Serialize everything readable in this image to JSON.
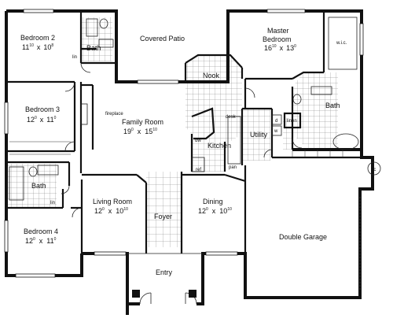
{
  "rooms": {
    "bedroom2": {
      "name": "Bedroom 2",
      "dim_w": "11",
      "dim_w_sup": "10",
      "dim_d": "10",
      "dim_d_sup": "8"
    },
    "bath_top": {
      "name": "Bath"
    },
    "lin_top": {
      "name": "lin"
    },
    "covered_patio": {
      "name": "Covered Patio"
    },
    "master_bedroom": {
      "name_line1": "Master",
      "name_line2": "Bedroom",
      "dim_w": "16",
      "dim_w_sup": "10",
      "dim_d": "13",
      "dim_d_sup": "0"
    },
    "wic": {
      "name": "w.i.c."
    },
    "nook": {
      "name": "Nook"
    },
    "bedroom3": {
      "name": "Bedroom 3",
      "dim_w": "12",
      "dim_w_sup": "0",
      "dim_d": "11",
      "dim_d_sup": "0"
    },
    "fireplace": {
      "name": "fireplace"
    },
    "family_room": {
      "name": "Family Room",
      "dim_w": "19",
      "dim_w_sup": "0",
      "dim_d": "15",
      "dim_d_sup": "10"
    },
    "desk": {
      "name": "desk"
    },
    "linen": {
      "name": "linen"
    },
    "master_bath": {
      "name": "Bath"
    },
    "dw": {
      "name": "dw"
    },
    "kitchen": {
      "name": "Kitchen"
    },
    "utility": {
      "name": "Utility"
    },
    "dryer": {
      "name": "d"
    },
    "washer": {
      "name": "w"
    },
    "bath_mid": {
      "name": "Bath"
    },
    "lin_mid": {
      "name": "lin"
    },
    "ref": {
      "name": "ref"
    },
    "pan": {
      "name": "pan"
    },
    "ac": {
      "name": "ac"
    },
    "living_room": {
      "name": "Living Room",
      "dim_w": "12",
      "dim_w_sup": "0",
      "dim_d": "10",
      "dim_d_sup": "10"
    },
    "foyer": {
      "name": "Foyer"
    },
    "dining": {
      "name": "Dining",
      "dim_w": "12",
      "dim_w_sup": "0",
      "dim_d": "10",
      "dim_d_sup": "10"
    },
    "bedroom4": {
      "name": "Bedroom 4",
      "dim_w": "12",
      "dim_w_sup": "0",
      "dim_d": "11",
      "dim_d_sup": "0"
    },
    "double_garage": {
      "name": "Double Garage"
    },
    "entry": {
      "name": "Entry"
    }
  },
  "dim_separator": "x"
}
